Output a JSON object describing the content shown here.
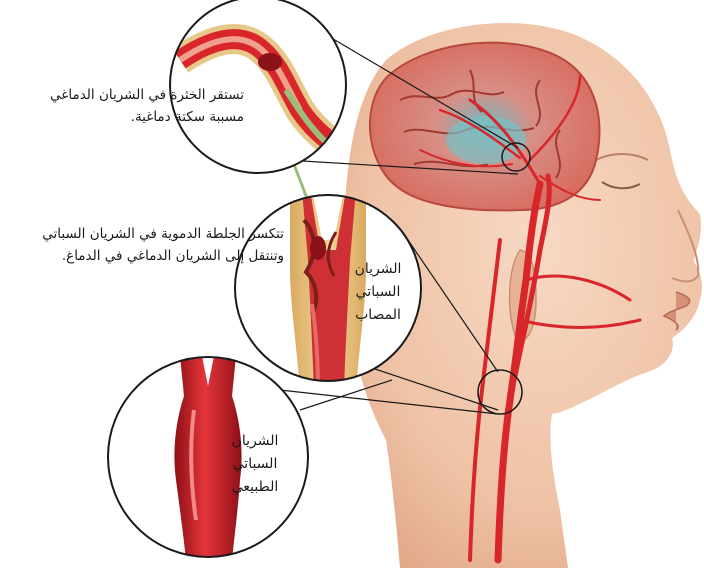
{
  "labels": {
    "clot_in_brain": [
      "تستقر الخثرة في الشريان الدماغي",
      "مسببة سكتة دماغية."
    ],
    "clot_breaks": [
      "تتكسر الجلطة الدموية في الشريان السباتي",
      "وتنتقل إلى الشريان الدماغي في الدماغ."
    ],
    "affected_carotid": [
      "الشريان",
      "السباتي",
      "المصاب"
    ],
    "normal_carotid": [
      "الشريان",
      "السباتي",
      "الطبيعي"
    ]
  },
  "colors": {
    "skin": "#f0c7ad",
    "artery": "#d8262b",
    "brain": "#d97264",
    "plaque": "#e8c88a",
    "outline": "#1a1a1a"
  }
}
